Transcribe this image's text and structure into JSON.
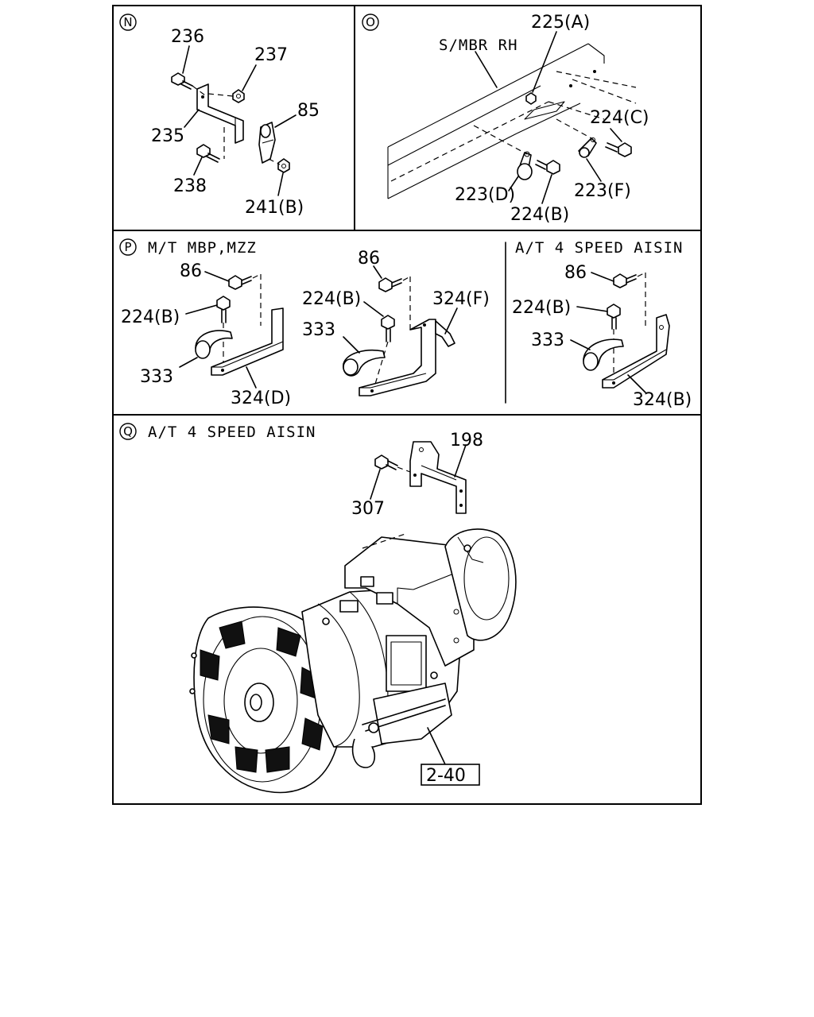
{
  "sections": {
    "n": {
      "marker": "N",
      "labels": {
        "p236": "236",
        "p237": "237",
        "p85": "85",
        "p235": "235",
        "p238": "238",
        "p241b": "241(B)"
      }
    },
    "o": {
      "marker": "O",
      "caption": "S/MBR RH",
      "labels": {
        "p225a": "225(A)",
        "p224c": "224(C)",
        "p223d": "223(D)",
        "p223f": "223(F)",
        "p224b": "224(B)"
      }
    },
    "p": {
      "marker": "P",
      "caption": "M/T MBP,MZZ",
      "labels": {
        "l86": "86",
        "l224b": "224(B)",
        "l333": "333",
        "l324d": "324(D)",
        "m86": "86",
        "m224b": "224(B)",
        "m333": "333",
        "m324f": "324(F)"
      }
    },
    "p_at": {
      "caption": "A/T 4 SPEED AISIN",
      "labels": {
        "r86": "86",
        "r224b": "224(B)",
        "r333": "333",
        "r324b": "324(B)"
      }
    },
    "q": {
      "marker": "Q",
      "caption": "A/T 4 SPEED AISIN",
      "labels": {
        "p198": "198",
        "p307": "307",
        "ref": "2-40"
      }
    }
  }
}
